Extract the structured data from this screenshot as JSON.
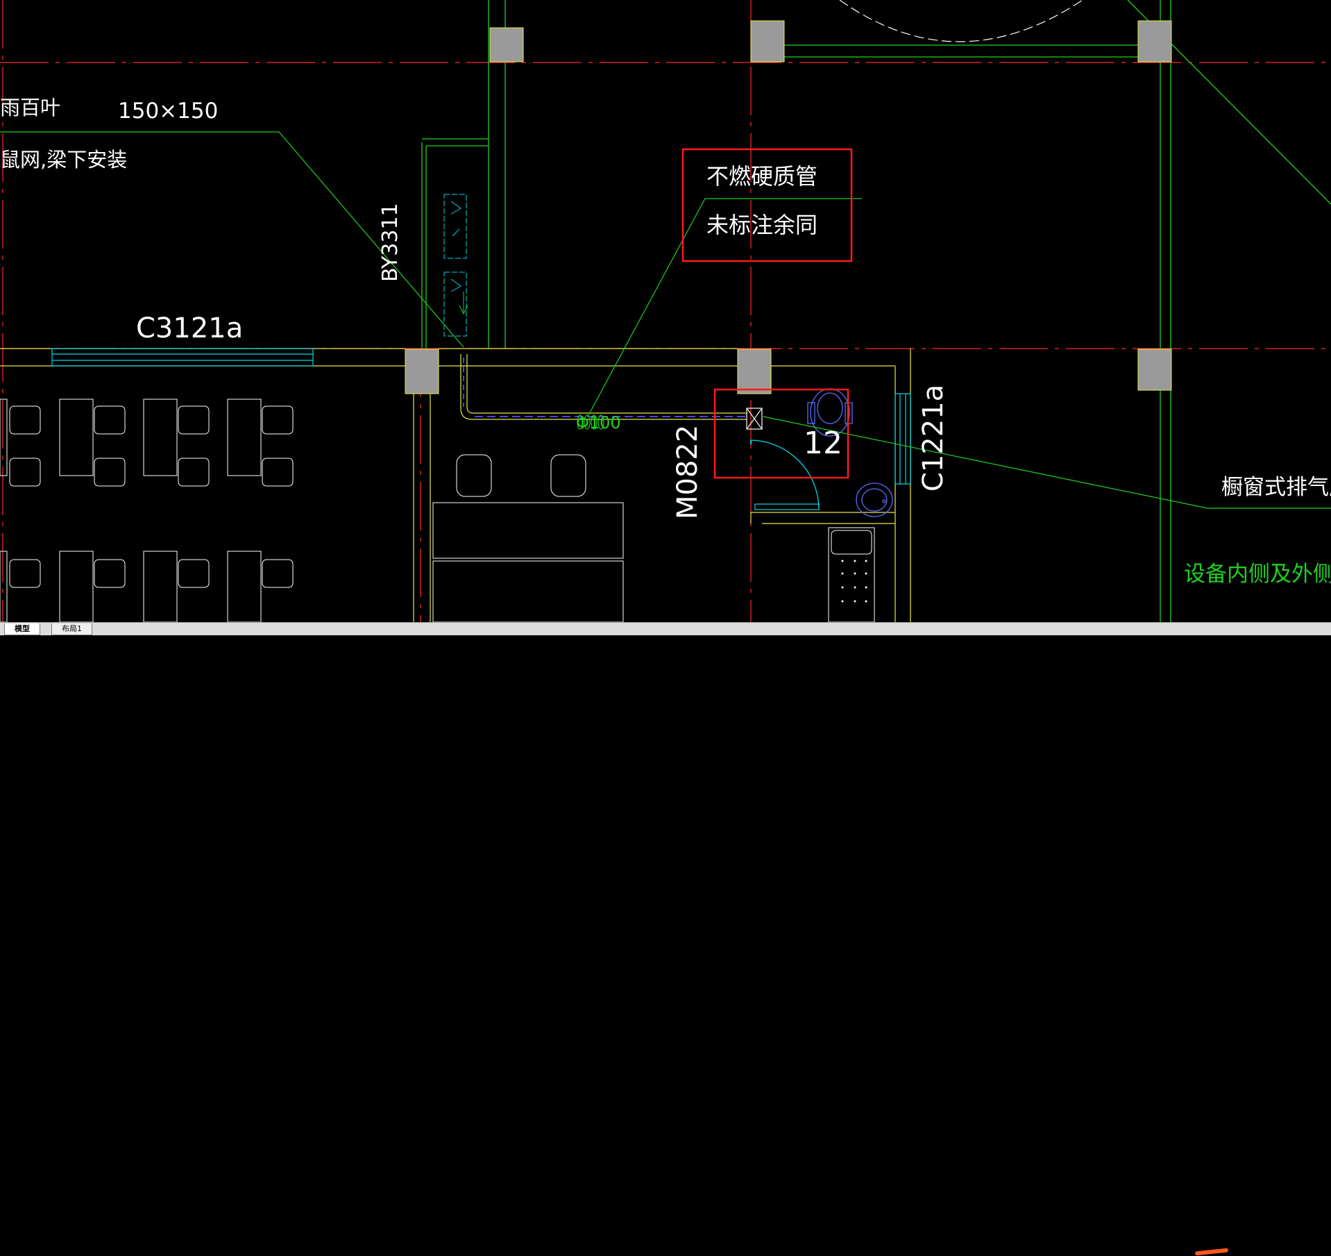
{
  "drawing": {
    "labels": {
      "louver": "雨百叶",
      "size": "150×150",
      "mesh_note": "鼠网,梁下安装",
      "window_c3121a": "C3121a",
      "pipe_note_1": "不燃硬质管",
      "pipe_note_2": "未标注余同",
      "pipe_dia": "Φ100",
      "door_m0822": "M0822",
      "window_c1221a": "C1221a",
      "fan_marker": "12",
      "by_tag": "BY3311",
      "fan_note": "橱窗式排气扇(",
      "equip_note": "设备内侧及外侧设置"
    },
    "colors": {
      "background": "#000000",
      "axis": "#ff2a2a",
      "wall": "#e8e84a",
      "leader": "#1ed21e",
      "text": "#ffffff",
      "window": "#00d8e6",
      "duct": "#4646ff",
      "column": "#9a9a9a",
      "highlight": "#ff1a1a",
      "fixture": "#5a6cff"
    },
    "icons": {
      "exhaust_fan": "exhaust-fan-icon",
      "toilet": "toilet-icon",
      "washbasin": "washbasin-icon",
      "door_swing": "door-swing-icon",
      "air_vent": "air-vent-icon"
    }
  },
  "tabs": [
    {
      "label": "模型",
      "active": true
    },
    {
      "label": "布局1",
      "active": false
    }
  ]
}
